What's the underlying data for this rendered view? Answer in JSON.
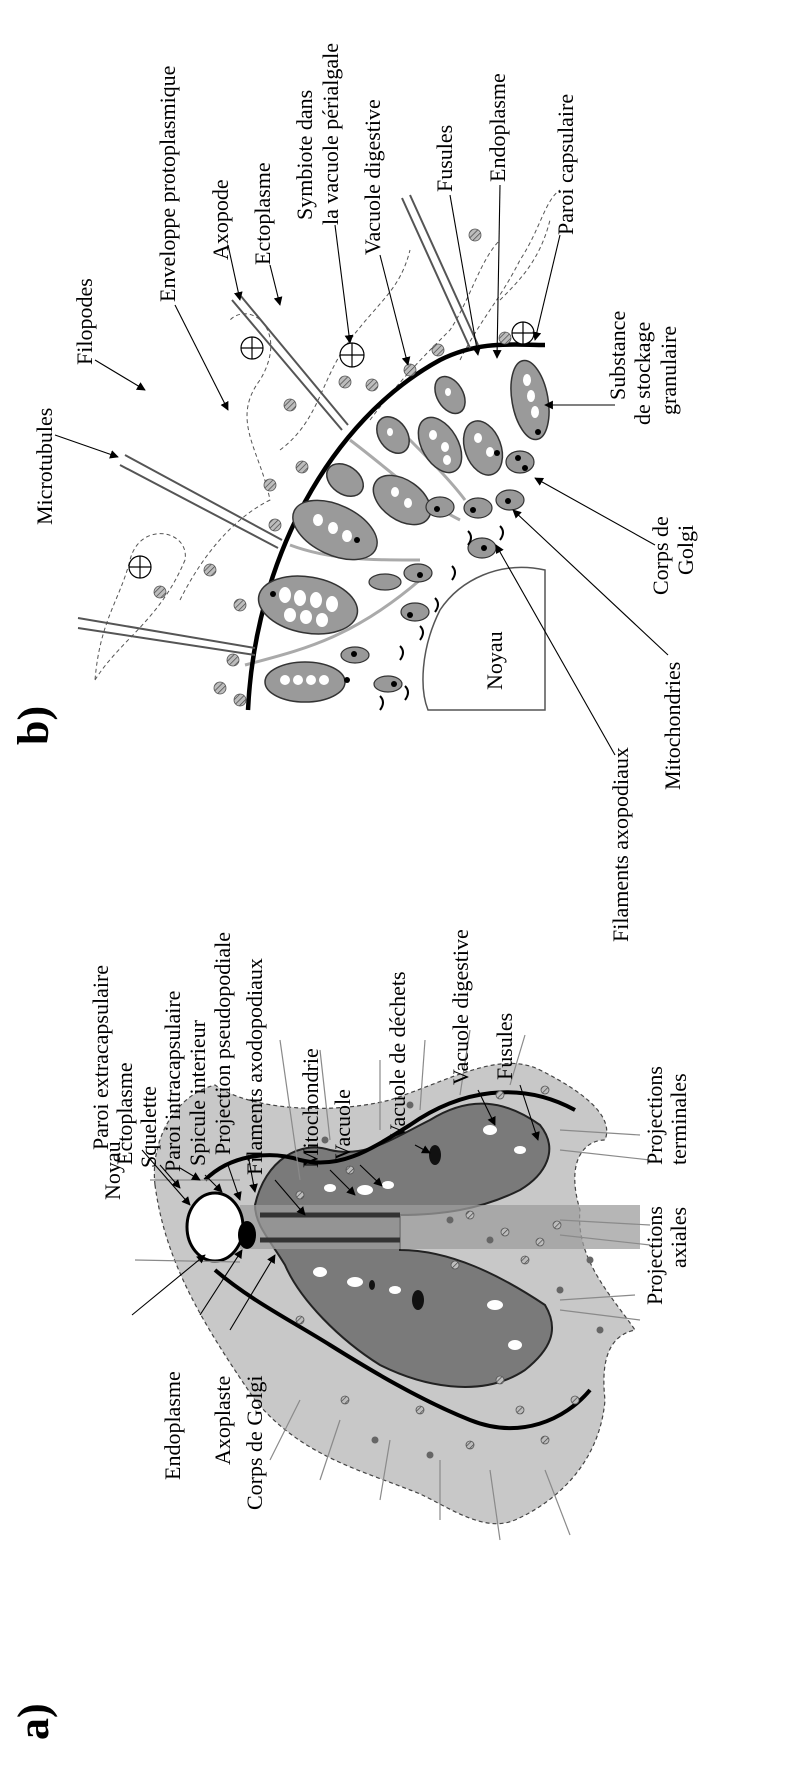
{
  "panel_a": {
    "letter": "a)",
    "labels": {
      "noyau": "Noyau",
      "paroi_extracapsulaire": "Paroi extracapsulaire",
      "ectoplasme": "Ectoplasme",
      "squelette": "Squelette",
      "paroi_intracapsulaire": "Paroi intracapsulaire",
      "spicule_interieur": "Spicule interieur",
      "projection_pseudopodiale": "Projection pseudopodiale",
      "filaments_axodopodiaux": "Filaments axodopodiaux",
      "mitochondrie": "Mitochondrie",
      "vacuole": "Vacuole",
      "vacuole_dechets": "Vacuole de déchets",
      "vacuole_digestive": "Vacuole digestive",
      "fusules": "Fusules",
      "projections": "Projections",
      "terminales": "terminales",
      "axiales": "axiales",
      "endoplasme": "Endoplasme",
      "axoplaste": "Axoplaste",
      "corps_golgi": "Corps de Golgi"
    }
  },
  "panel_b": {
    "letter": "b)",
    "labels": {
      "microtubules": "Microtubules",
      "filopodes": "Filopodes",
      "enveloppe_protoplasmique": "Enveloppe protoplasmique",
      "axopode": "Axopode",
      "ectoplasme": "Ectoplasme",
      "symbiote_1": "Symbiote dans",
      "symbiote_2": "la vacuole périalgale",
      "vacuole_digestive": "Vacuole digestive",
      "fusules": "Fusules",
      "endoplasme": "Endoplasme",
      "paroi_capsulaire": "Paroi capsulaire",
      "substance_1": "Substance",
      "substance_2": "de stockage",
      "substance_3": "granulaire",
      "corps_1": "Corps de",
      "corps_2": "Golgi",
      "mitochondries": "Mitochondries",
      "filaments_axopodiaux": "Filaments axopodiaux",
      "noyau": "Noyau"
    }
  }
}
